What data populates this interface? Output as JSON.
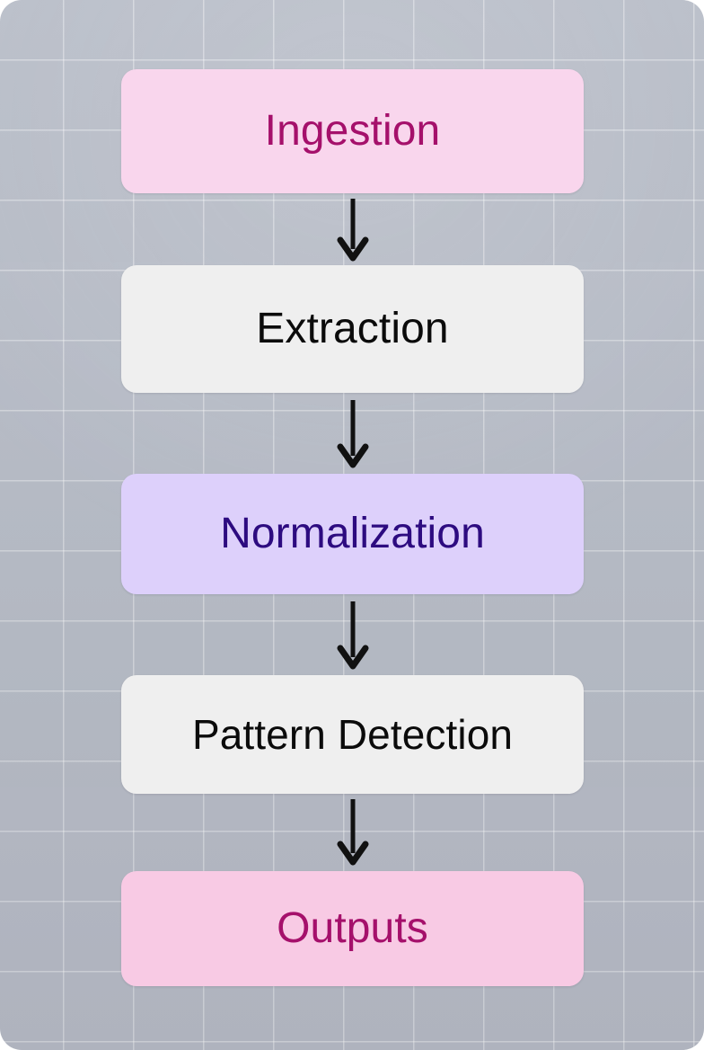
{
  "diagram": {
    "type": "flowchart",
    "orientation": "vertical-top-to-bottom",
    "title": "",
    "background_color": "#b7bcc7",
    "grid": "on",
    "nodes": [
      {
        "id": "ingestion",
        "label": "Ingestion",
        "fill": "#f9d6ed",
        "text_color": "#a5106b",
        "shape": "rounded-rectangle"
      },
      {
        "id": "extraction",
        "label": "Extraction",
        "fill": "#efefef",
        "text_color": "#0b0b0b",
        "shape": "rounded-rectangle"
      },
      {
        "id": "normalization",
        "label": "Normalization",
        "fill": "#ddd0fb",
        "text_color": "#2d0b80",
        "shape": "rounded-rectangle"
      },
      {
        "id": "pattern-detection",
        "label": "Pattern Detection",
        "fill": "#efefef",
        "text_color": "#0b0b0b",
        "shape": "rounded-rectangle"
      },
      {
        "id": "outputs",
        "label": "Outputs",
        "fill": "#f8cae4",
        "text_color": "#a5106b",
        "shape": "rounded-rectangle"
      }
    ],
    "edges": [
      {
        "from": "ingestion",
        "to": "extraction",
        "style": "solid",
        "arrow": "down",
        "color": "#111111"
      },
      {
        "from": "extraction",
        "to": "normalization",
        "style": "solid",
        "arrow": "down",
        "color": "#111111"
      },
      {
        "from": "normalization",
        "to": "pattern-detection",
        "style": "solid",
        "arrow": "down",
        "color": "#111111"
      },
      {
        "from": "pattern-detection",
        "to": "outputs",
        "style": "solid",
        "arrow": "down",
        "color": "#111111"
      }
    ]
  }
}
